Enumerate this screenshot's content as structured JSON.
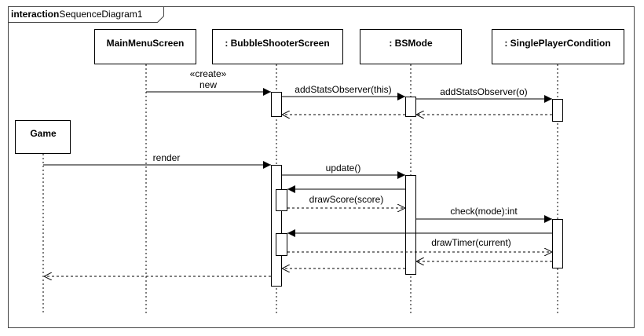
{
  "frame": {
    "kind_label": "interaction",
    "name_label": "SequenceDiagram1"
  },
  "lifelines": [
    {
      "id": "mainmenu",
      "label": "MainMenuScreen"
    },
    {
      "id": "bubble",
      "label": ": BubbleShooterScreen"
    },
    {
      "id": "bsmode",
      "label": ": BSMode"
    },
    {
      "id": "single",
      "label": ": SinglePlayerCondition"
    },
    {
      "id": "game",
      "label": "Game"
    }
  ],
  "messages": [
    {
      "id": "new",
      "from": "mainmenu",
      "to": "bubble",
      "kind": "sync",
      "label": "new",
      "stereotype": "«create»"
    },
    {
      "id": "addstats1",
      "from": "bubble",
      "to": "bsmode",
      "kind": "sync",
      "label": "addStatsObserver(this)"
    },
    {
      "id": "addstats2",
      "from": "bsmode",
      "to": "single",
      "kind": "sync",
      "label": "addStatsObserver(o)"
    },
    {
      "id": "ret-single-bsmode",
      "from": "single",
      "to": "bsmode",
      "kind": "return",
      "label": ""
    },
    {
      "id": "ret-bsmode-bubble",
      "from": "bsmode",
      "to": "bubble",
      "kind": "return",
      "label": ""
    },
    {
      "id": "render",
      "from": "game",
      "to": "bubble",
      "kind": "sync",
      "label": "render"
    },
    {
      "id": "update",
      "from": "bubble",
      "to": "bsmode",
      "kind": "sync",
      "label": "update()"
    },
    {
      "id": "drawscore-call",
      "from": "bsmode",
      "to": "bubble",
      "kind": "sync",
      "label": ""
    },
    {
      "id": "drawscore-ret",
      "from": "bubble",
      "to": "bsmode",
      "kind": "return",
      "label": "drawScore(score)"
    },
    {
      "id": "check",
      "from": "bsmode",
      "to": "single",
      "kind": "sync",
      "label": "check(mode):int"
    },
    {
      "id": "drawtimer-call",
      "from": "single",
      "to": "bubble",
      "kind": "sync",
      "label": ""
    },
    {
      "id": "drawtimer-ret",
      "from": "bubble",
      "to": "single",
      "kind": "return",
      "label": "drawTimer(current)"
    },
    {
      "id": "ret-single-bsmode-2",
      "from": "single",
      "to": "bsmode",
      "kind": "return",
      "label": ""
    },
    {
      "id": "ret-bsmode-bubble-2",
      "from": "bsmode",
      "to": "bubble",
      "kind": "return",
      "label": ""
    },
    {
      "id": "ret-bubble-game",
      "from": "bubble",
      "to": "game",
      "kind": "return",
      "label": ""
    }
  ]
}
